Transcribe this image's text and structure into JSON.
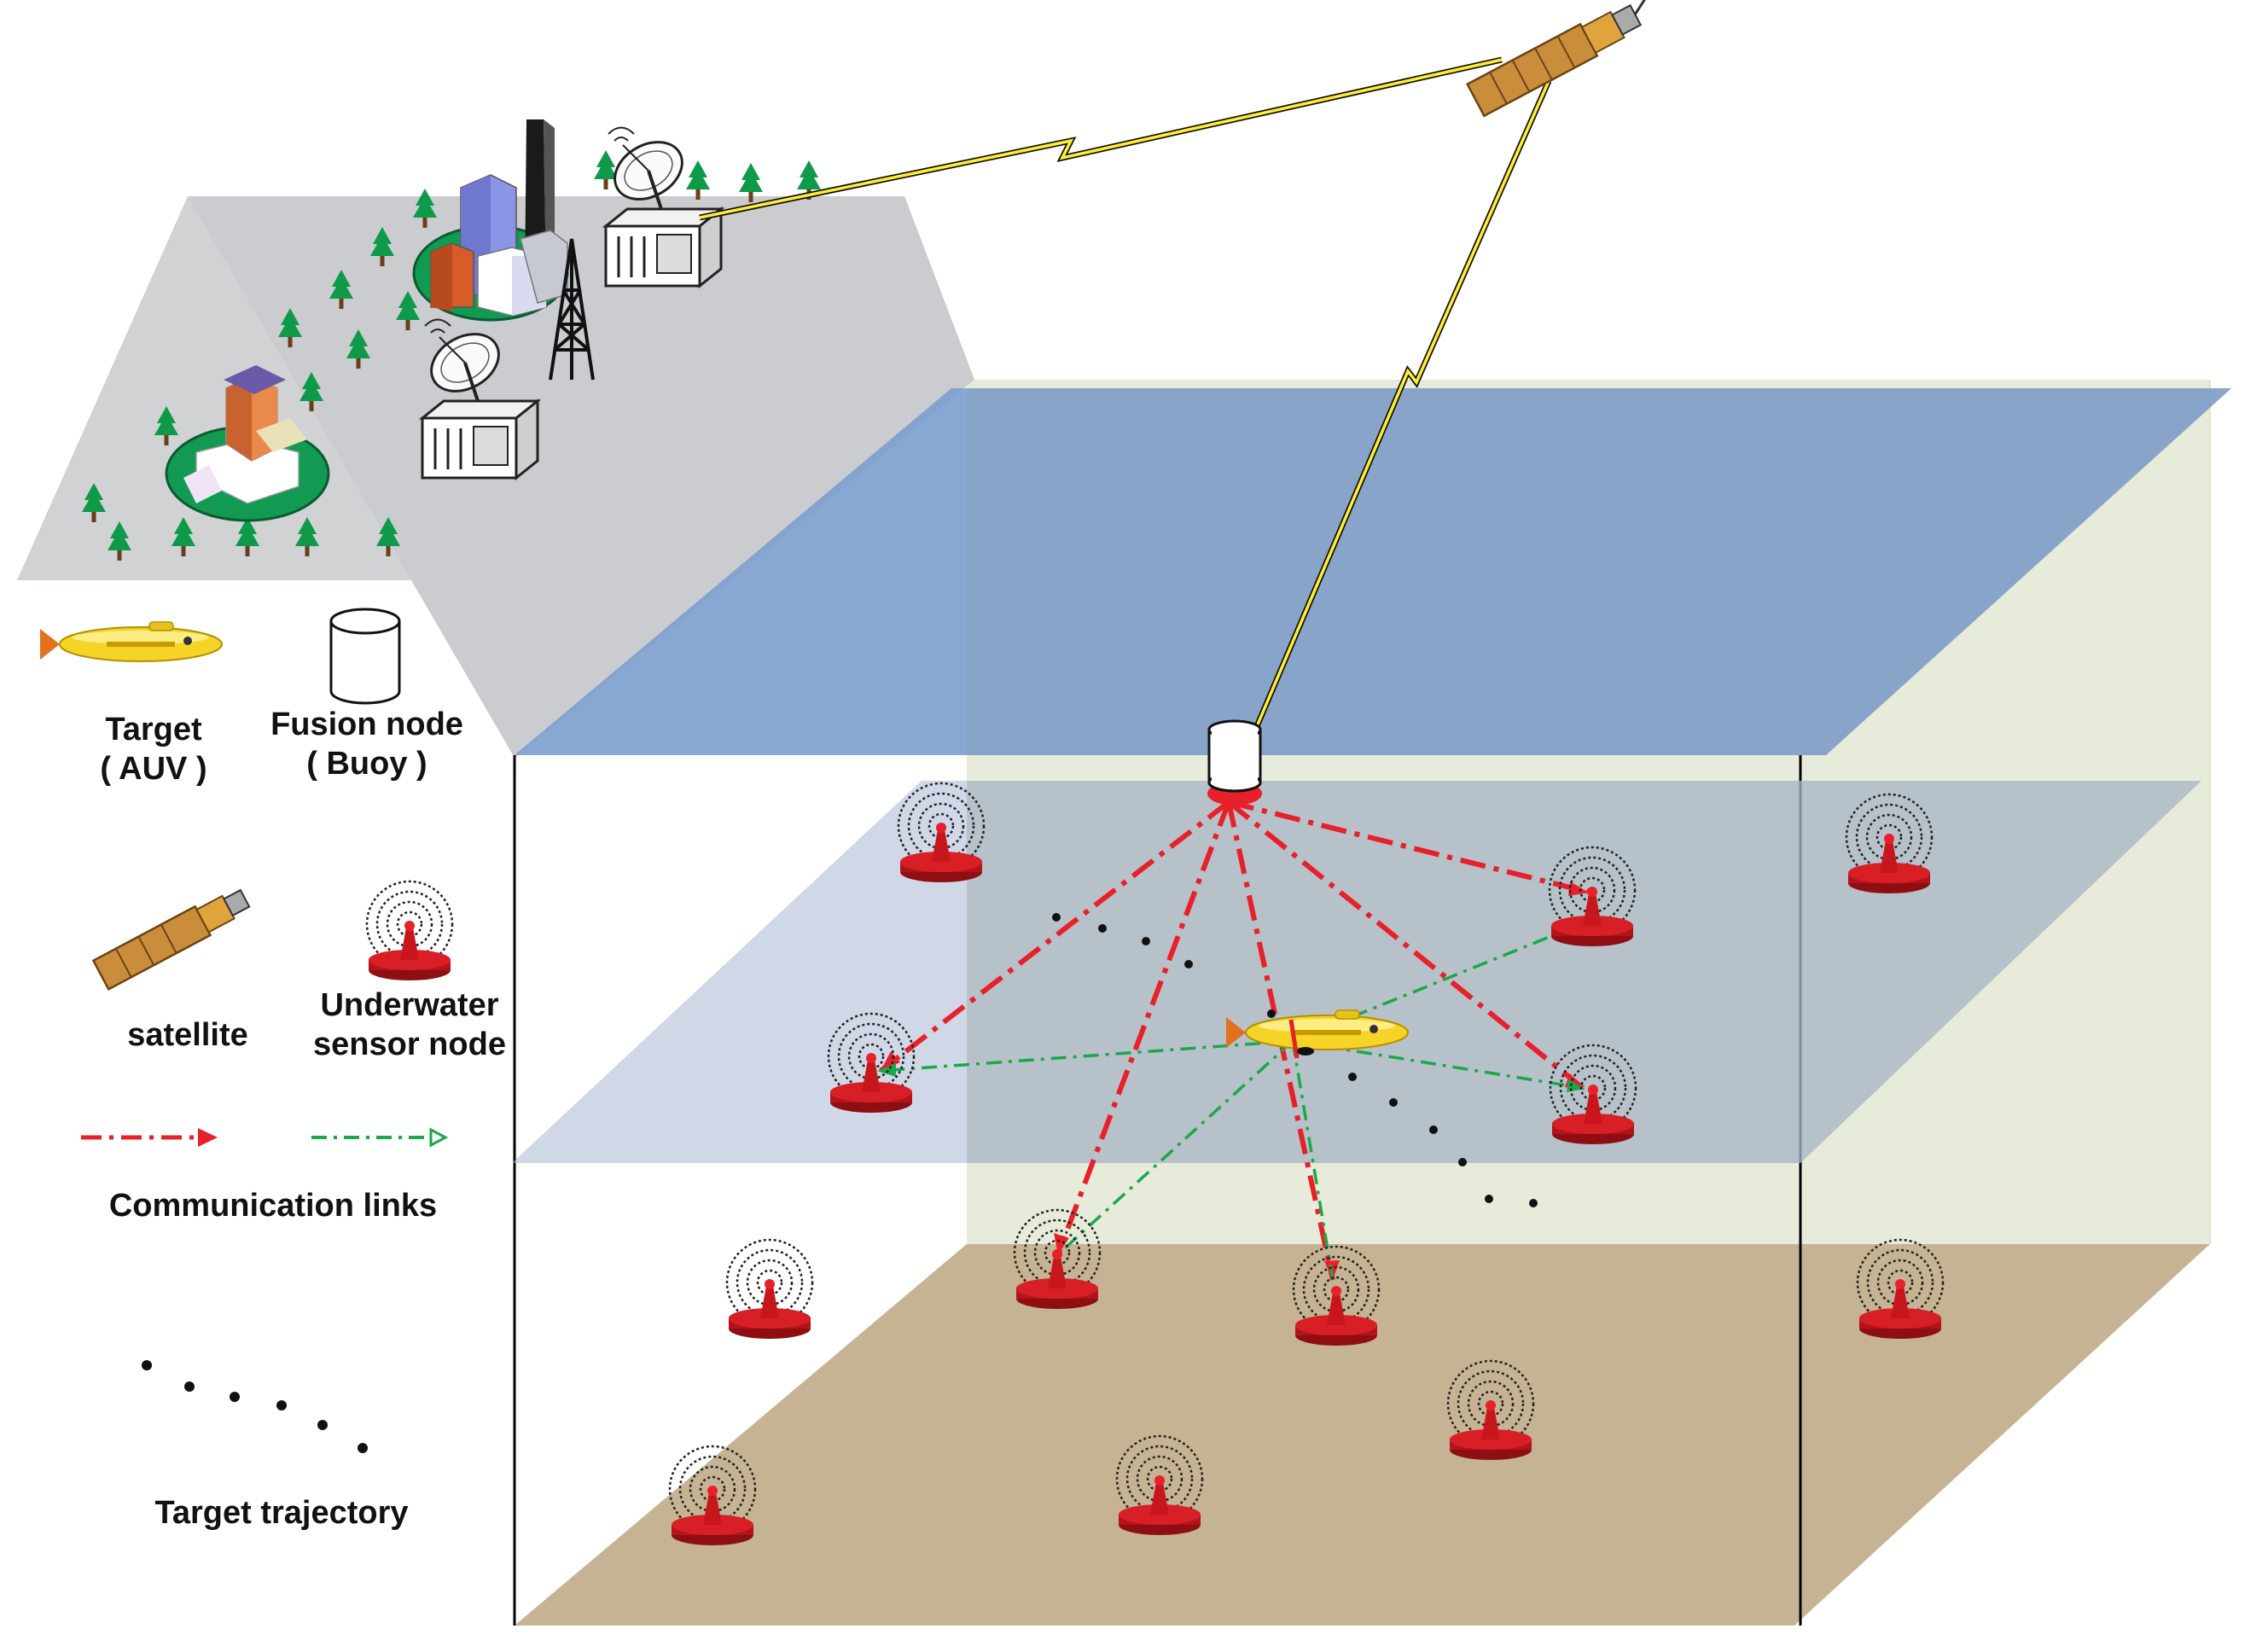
{
  "legend": {
    "target": {
      "line1": "Target",
      "line2": "( AUV )",
      "icon": "auv-icon"
    },
    "fusion": {
      "line1": "Fusion node",
      "line2": "( Buoy )",
      "icon": "buoy-icon"
    },
    "satellite": {
      "label": "satellite",
      "icon": "satellite-icon"
    },
    "sensor": {
      "line1": "Underwater",
      "line2": "sensor node",
      "icon": "sensor-node-icon"
    },
    "links": {
      "label": "Communication links",
      "red_color": "#e8202a",
      "green_color": "#1aa84a"
    },
    "trajectory": {
      "label": "Target trajectory"
    }
  },
  "colors": {
    "land": "#d1d2d4",
    "sea_surface": "#7f9fcf",
    "mid_layer": "#b8c2d6",
    "seabed": "#c5b393",
    "back_wall": "#e7ebd9",
    "sensor_red": "#c8161d",
    "lightning": "#ffee33",
    "auv_yellow": "#f5d427"
  }
}
